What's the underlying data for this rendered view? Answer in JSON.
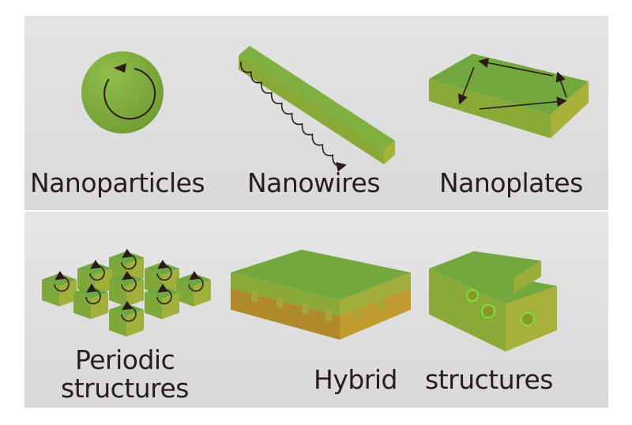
{
  "labels": {
    "nanoparticles": "Nanoparticles",
    "nanowires": "Nanowires",
    "nanoplates": "Nanoplates",
    "periodic_line1": "Periodic",
    "periodic_line2": "structures",
    "hybrid": "Hybrid",
    "structures": "structures"
  },
  "colors": {
    "green_top": "#6aa03c",
    "green_side": "#8fae3a",
    "gold": "#b08a2a",
    "arrow": "#2a1a1a",
    "text": "#2a1c1c"
  }
}
